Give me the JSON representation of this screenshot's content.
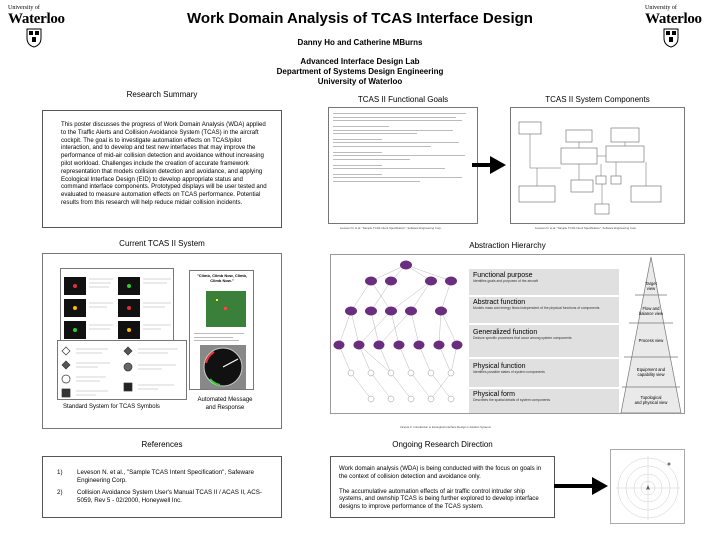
{
  "header": {
    "logo_prefix": "University of",
    "logo_name": "Waterloo",
    "title": "Work Domain Analysis of TCAS Interface Design",
    "authors": "Danny Ho and Catherine MBurns",
    "affiliation": [
      "Advanced Interface Design Lab",
      "Department of Systems Design Engineering",
      "University of Waterloo"
    ]
  },
  "research_summary": {
    "heading": "Research Summary",
    "text": "This poster discusses the progress of Work Domain Analysis (WDA) applied to the Traffic Alerts and Collision Avoidance System (TCAS) in the aircraft cockpit. The goal is to investigate automation effects on TCAS/pilot interaction, and to develop and test new interfaces that may improve the performance of mid-air collision detection and avoidance without increasing pilot workload. Challenges include the creation of accurate framework representation that models collision detection and avoidance, and applying Ecological Interface Design (EID) to develop appropriate status and command interface components. Prototyped displays will be user tested and evaluated to measure automation effects on TCAS performance. Potential results from this research will help reduce midair collision incidents."
  },
  "functional_goals": {
    "heading": "TCAS II Functional Goals",
    "caption": "Leveson N. et al. \"Sample TCAS Intent Specification\", Software Engineering Corp."
  },
  "system_components": {
    "heading": "TCAS II System Components",
    "caption": "Leveson N. et al. \"Sample TCAS Intent Specification\", Software Engineering Corp."
  },
  "current_system": {
    "heading": "Current TCAS II System",
    "caption_symbols": "Standard System for TCAS Symbols",
    "caption_messages": [
      "Automated Message",
      "and Response"
    ],
    "display_message": "\"Climb, Climb Now, Climb, Climb Now.\""
  },
  "abstraction": {
    "heading": "Abstraction Hierarchy",
    "levels": [
      {
        "name": "Functional purpose",
        "desc": "Identifies goals and purposes of the aircraft",
        "view": [
          "Target",
          "view"
        ]
      },
      {
        "name": "Abstract function",
        "desc": "Models mass and energy flows independent of the physical functions of components",
        "view": [
          "Flow and",
          "balance view"
        ]
      },
      {
        "name": "Generalized function",
        "desc": "Deduce specific processes that occur among system components",
        "view": [
          "Process view"
        ]
      },
      {
        "name": "Physical function",
        "desc": "Identifies possible states of system components",
        "view": [
          "Equipment and",
          "capability view"
        ]
      },
      {
        "name": "Physical form",
        "desc": "Describes the spatial details of system components",
        "view": [
          "Topological",
          "and physical view"
        ]
      }
    ],
    "caption": "Vicente K. Introduction to Ecological Interface Design in Aviation Systems"
  },
  "references": {
    "heading": "References",
    "items": [
      {
        "num": "1)",
        "text": "Leveson N. et al., \"Sample TCAS Intent Specification\", Safeware Engineering Corp."
      },
      {
        "num": "2)",
        "text": "Collision Avoidance System User's Manual TCAS II / ACAS II, ACS-5059, Rev 5 - 02/2000, Honeywell Inc."
      }
    ]
  },
  "ongoing": {
    "heading": "Ongoing Research Direction",
    "paragraphs": [
      "Work domain analysis (WDA) is being conducted with the focus on goals in the context of collision detection and avoidance only.",
      "The accumulative automation effects of air traffic control intruder ship systems, and ownship TCAS is being further explored to develop interface designs to improve performance of the TCAS system."
    ]
  }
}
